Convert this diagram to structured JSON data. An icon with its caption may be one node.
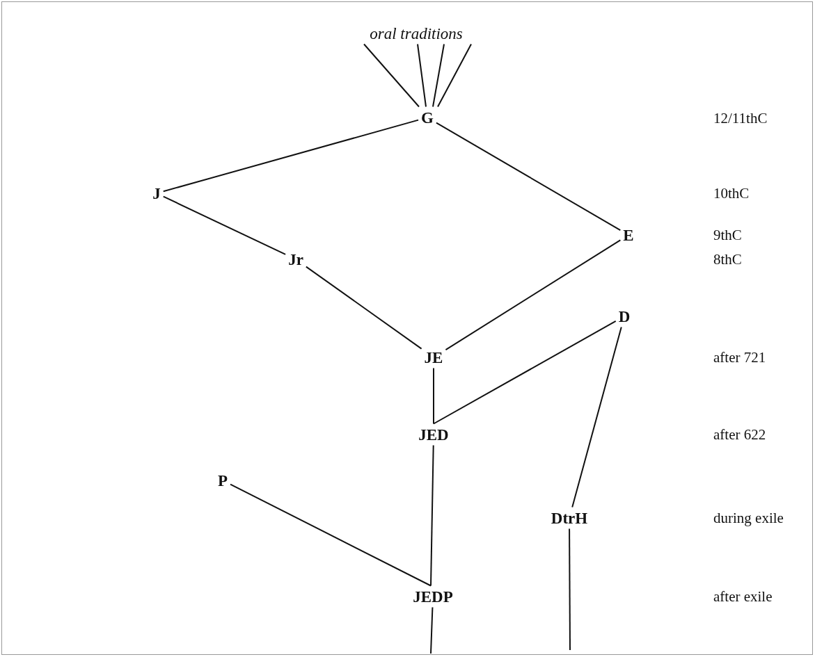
{
  "diagram": {
    "nodes": [
      {
        "text": [
          "oral traditions"
        ]
      },
      {
        "text": [
          "G"
        ]
      },
      {
        "text": [
          "J"
        ]
      },
      {
        "text": [
          "E"
        ]
      },
      {
        "text": [
          "Jr"
        ]
      },
      {
        "text": [
          "D"
        ]
      },
      {
        "text": [
          "JE"
        ]
      },
      {
        "text": [
          "JED"
        ]
      },
      {
        "text": [
          "P"
        ]
      },
      {
        "text": [
          "DtrH"
        ]
      },
      {
        "text": [
          "JEDP"
        ]
      }
    ],
    "edges": [
      {
        "from": 0,
        "to": 1,
        "arrow": "none"
      },
      {
        "from": 0,
        "to": 1,
        "arrow": "none"
      },
      {
        "from": 0,
        "to": 1,
        "arrow": "none"
      },
      {
        "from": 0,
        "to": 1,
        "arrow": "none"
      },
      {
        "from": 1,
        "to": 2,
        "arrow": "none"
      },
      {
        "from": 1,
        "to": 3,
        "arrow": "none"
      },
      {
        "from": 2,
        "to": 4,
        "arrow": "none"
      },
      {
        "from": 4,
        "to": 6,
        "arrow": "none"
      },
      {
        "from": 3,
        "to": 6,
        "arrow": "none"
      },
      {
        "from": 6,
        "to": 7,
        "arrow": "none"
      },
      {
        "from": 5,
        "to": 7,
        "arrow": "none"
      },
      {
        "from": 5,
        "to": 9,
        "arrow": "none"
      },
      {
        "from": 7,
        "to": 10,
        "arrow": "none"
      },
      {
        "from": 8,
        "to": 10,
        "arrow": "none"
      },
      {
        "from": 10,
        "to": null,
        "arrow": "none"
      },
      {
        "from": 9,
        "to": null,
        "arrow": "none"
      }
    ],
    "labels": [
      "12/11thC",
      "10thC",
      "9thC",
      "8thC",
      "after 721",
      "after 622",
      "during exile",
      "after exile"
    ]
  }
}
